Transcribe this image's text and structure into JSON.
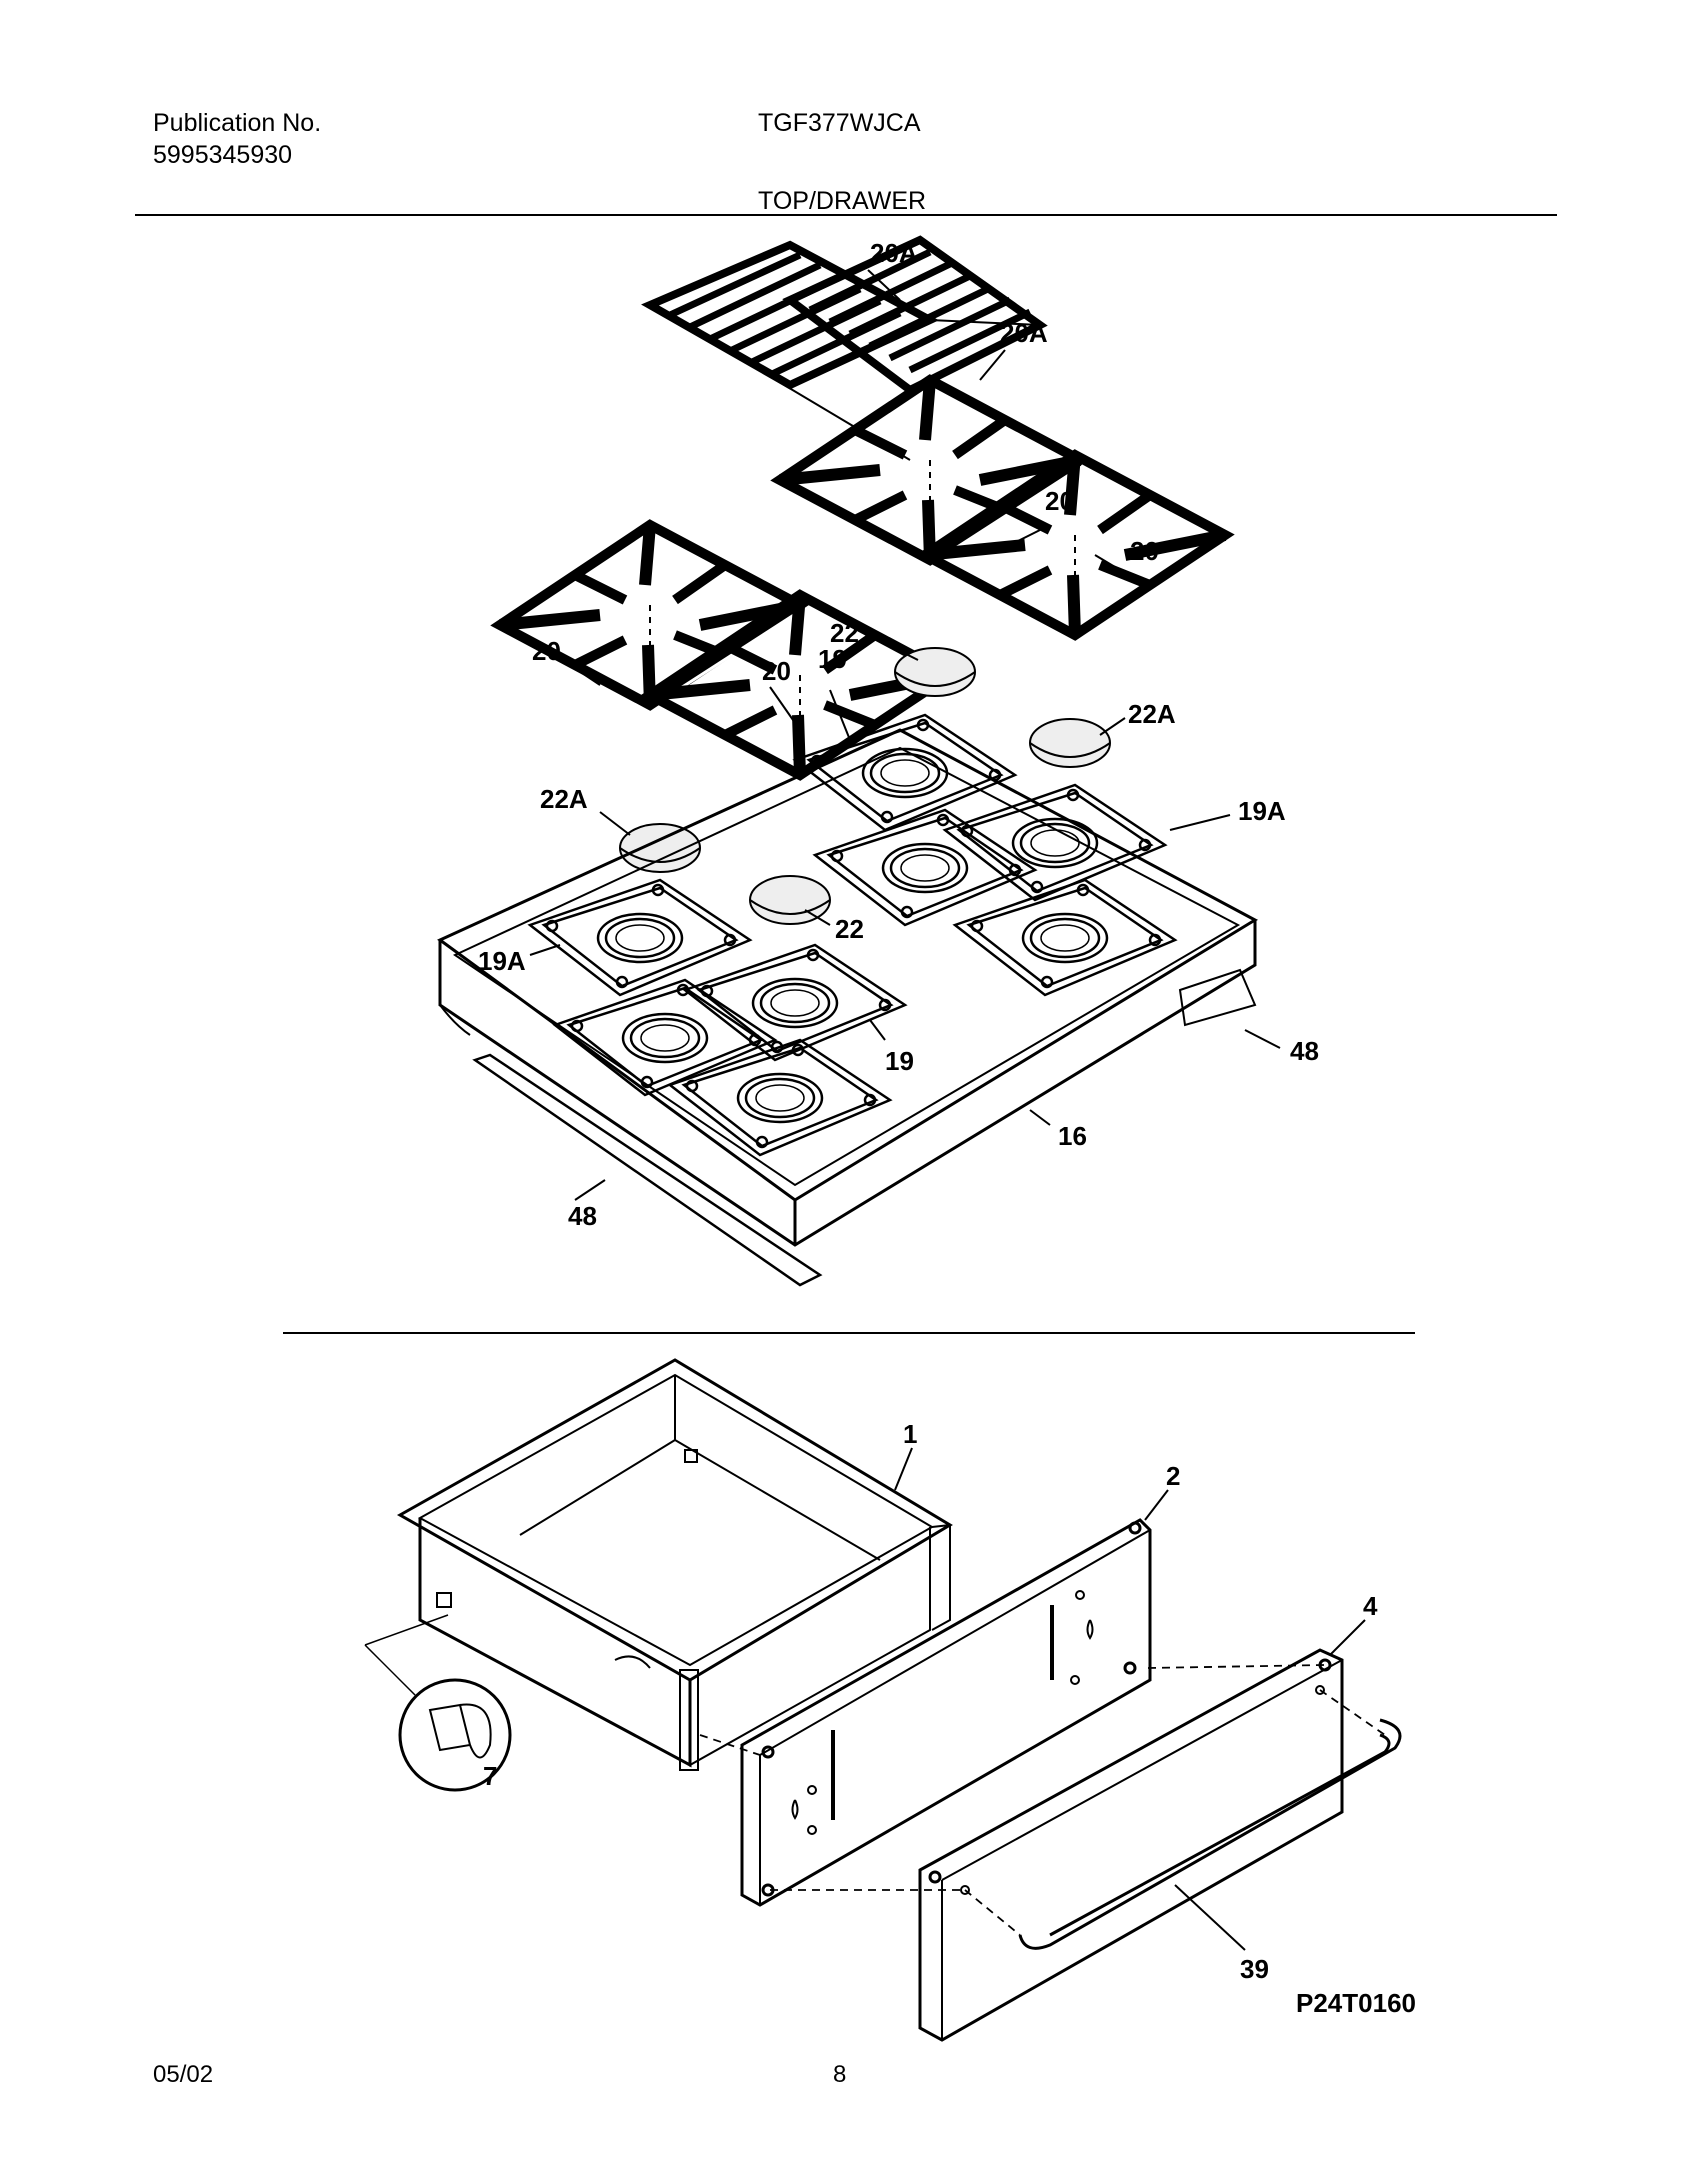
{
  "header": {
    "publication_label": "Publication No.",
    "publication_number": "5995345930",
    "model": "TGF377WJCA",
    "section_title": "TOP/DRAWER"
  },
  "callouts": {
    "c20A_1": "20A",
    "c20A_2": "20A",
    "c20_1": "20",
    "c20_2": "20",
    "c20_3": "20",
    "c20_4": "20",
    "c22_1": "22",
    "c19_1": "19",
    "c22A_1": "22A",
    "c22A_2": "22A",
    "c19A_1": "19A",
    "c22_2": "22",
    "c19A_2": "19A",
    "c19_2": "19",
    "c48_1": "48",
    "c16": "16",
    "c48_2": "48",
    "c1": "1",
    "c2": "2",
    "c4": "4",
    "c7": "7",
    "c39": "39"
  },
  "diagram_id": "P24T0160",
  "footer": {
    "date": "05/02",
    "page": "8"
  }
}
